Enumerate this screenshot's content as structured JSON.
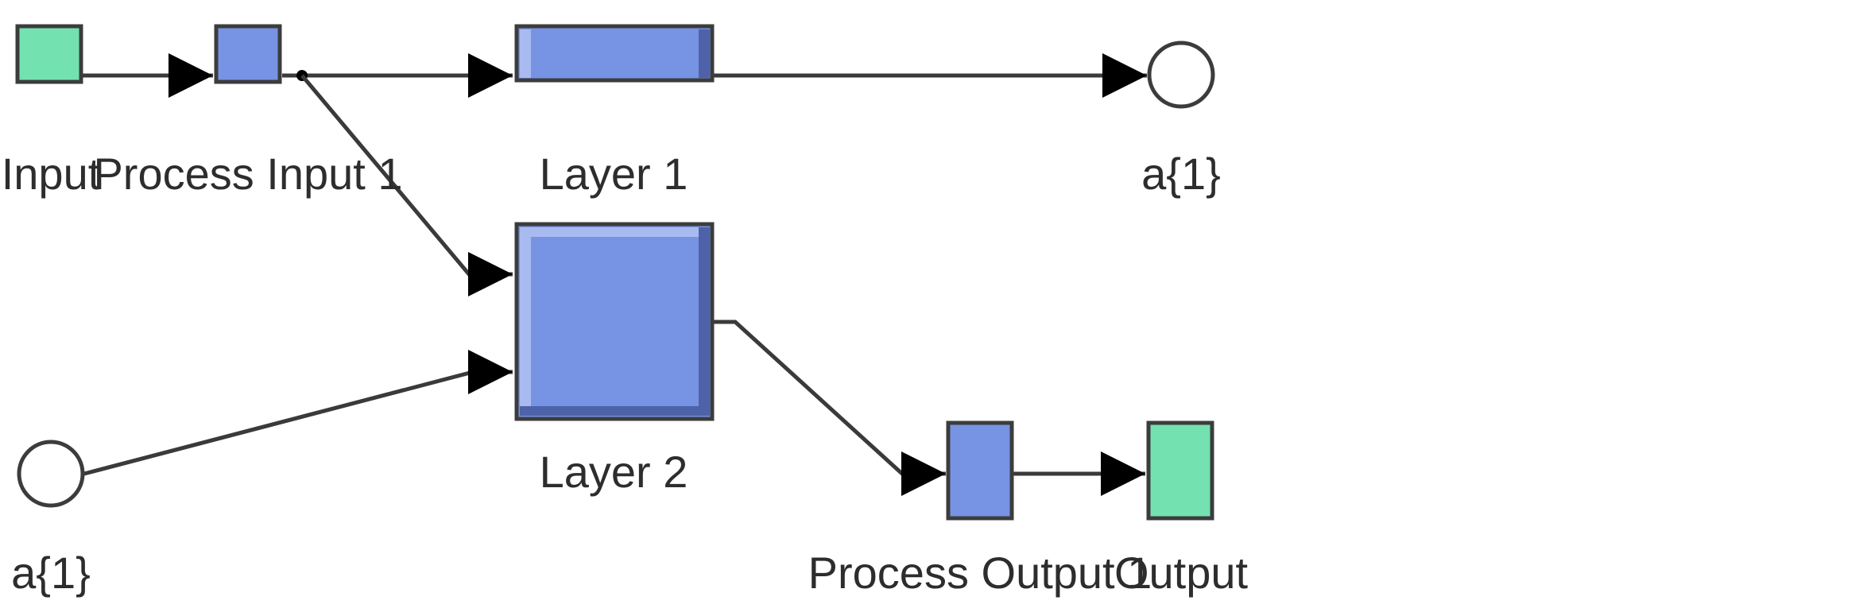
{
  "colors": {
    "input_output_fill": "#73e2b0",
    "layer_fill": "#7793e3",
    "layer_highlight": "#a9baf0",
    "layer_shadow": "#4d62a8",
    "outline": "#3c3c3c",
    "wire": "#3a3a3a",
    "port_fill": "#ffffff"
  },
  "blocks": {
    "input": "Input",
    "process_input": "Process Input 1",
    "layer1": "Layer 1",
    "layer2": "Layer 2",
    "output_port_a": "a{1}",
    "input_port_a": "a{1}",
    "process_output": "Process Output 1",
    "output": "Output"
  }
}
